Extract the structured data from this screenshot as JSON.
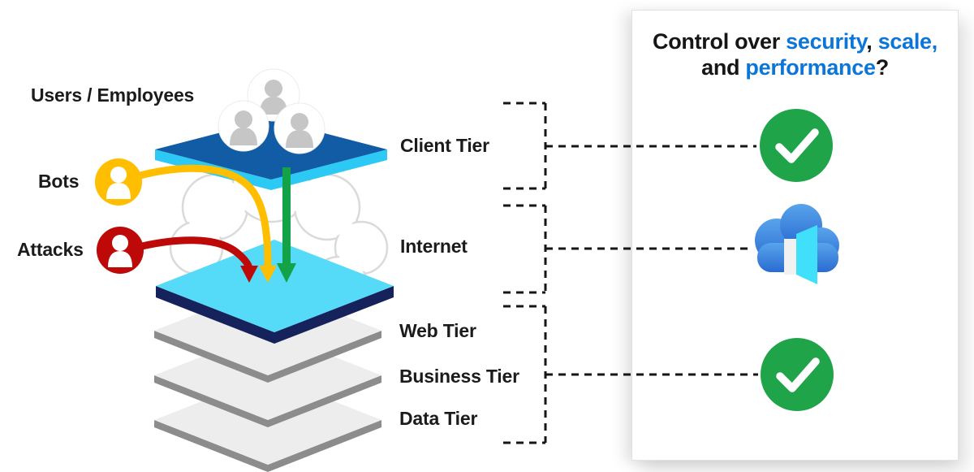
{
  "diagram": {
    "labels": {
      "users": "Users / Employees",
      "bots": "Bots",
      "attacks": "Attacks"
    },
    "tier_labels": {
      "client": "Client Tier",
      "internet": "Internet",
      "web": "Web Tier",
      "business": "Business Tier",
      "data": "Data Tier"
    },
    "colors": {
      "client_top": "#115ca4",
      "client_edge": "#2bc9f4",
      "internet_top": "#55daf8",
      "internet_edge": "#16225c",
      "gray_top": "#ededed",
      "gray_edge": "#8c8c8c",
      "cloud_outline": "#dadada",
      "user_glyph": "#c6c6c6",
      "bots_accent": "#ffbe00",
      "attacks_accent": "#be0909",
      "arrow_green": "#12a349",
      "dash": "#161616"
    },
    "icons": {
      "users_avatar": "users-group-icon",
      "bots_avatar": "bot-user-icon",
      "attacks_avatar": "attacker-user-icon"
    }
  },
  "panel": {
    "title": {
      "l1_dark1": "Control over ",
      "l1_blue1": "security",
      "l1_dark2": ", ",
      "l1_blue2": "scale",
      "l1_blue3": ",",
      "l2_dark1": "and ",
      "l2_blue1": "performance",
      "l2_dark2": "?"
    },
    "accent_blue": "#0b76d8",
    "check_green": "#1fa44a",
    "proxy_cloud_blue_top": "#58a4ec",
    "proxy_cloud_blue_bottom": "#2a6bd1",
    "proxy_door_cyan": "#40e0fb",
    "proxy_door_frame": "#f1f1f1",
    "icons": {
      "client_answer": "check-icon",
      "internet_answer": "cloud-door-icon",
      "backend_answer": "check-icon"
    }
  }
}
